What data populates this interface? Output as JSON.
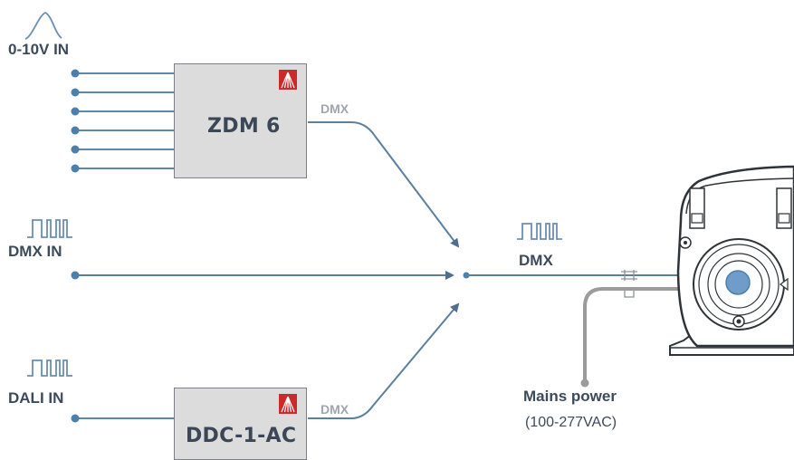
{
  "inputs": {
    "analog_label": "0-10V IN",
    "dmx_label": "DMX IN",
    "dali_label": "DALI IN"
  },
  "devices": {
    "zdm_title": "ZDM 6",
    "ddc_title": "DDC-1-AC",
    "zdm_output_label": "DMX",
    "ddc_output_label": "DMX"
  },
  "output": {
    "dmx_label": "DMX",
    "power_label": "Mains power",
    "power_voltage": "(100-277VAC)"
  },
  "colors": {
    "line_blue": "#5b7f9e",
    "dot_blue": "#4a7fae",
    "text_dark": "#3d4a5a",
    "text_gray": "#a0a6ad",
    "box_fill": "#dcdcdc",
    "logo_red": "#cc2a2a",
    "power_gray": "#9b9b9b"
  }
}
